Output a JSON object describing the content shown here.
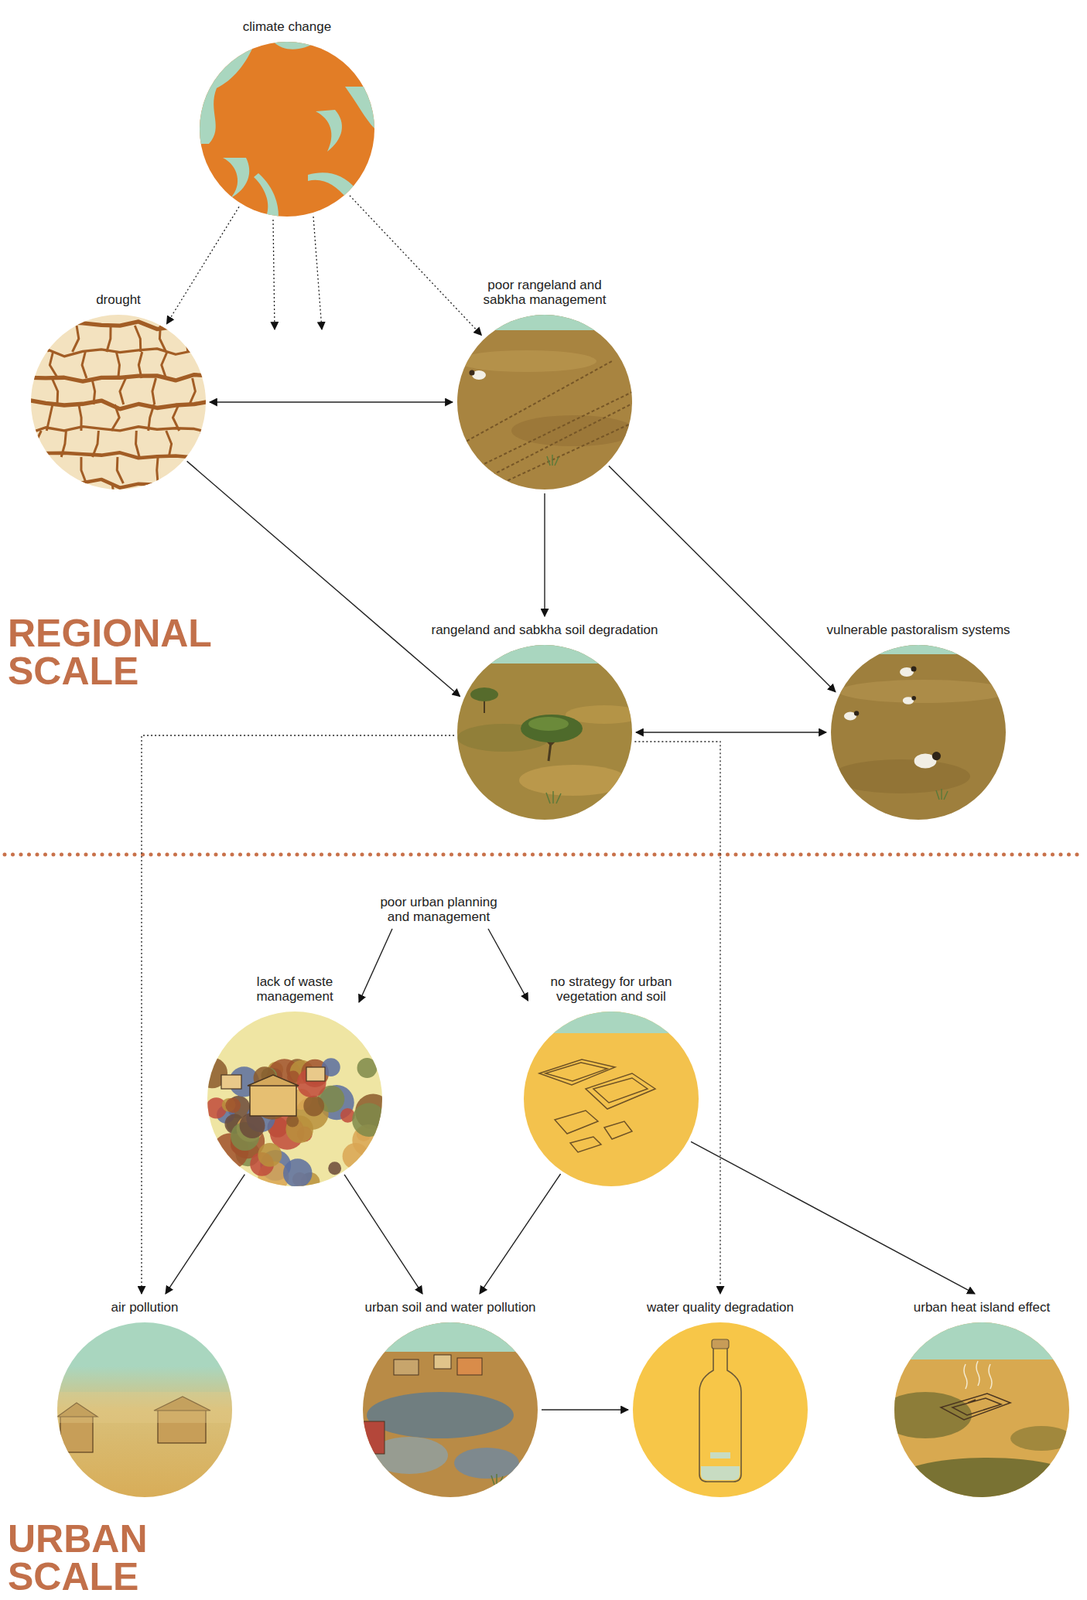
{
  "diagram": {
    "nodes": [
      {
        "text": [
          "climate change"
        ]
      },
      {
        "text": [
          "drought"
        ]
      },
      {
        "text": [
          "poor rangeland and sabkha management"
        ]
      },
      {
        "text": [
          "rangeland and sabkha soil degradation"
        ]
      },
      {
        "text": [
          "vulnerable pastoralism systems"
        ]
      },
      {
        "text": [
          "poor urban planning and management"
        ]
      },
      {
        "text": [
          "lack of waste management"
        ]
      },
      {
        "text": [
          "no strategy for urban vegetation and soil"
        ]
      },
      {
        "text": [
          "air pollution"
        ]
      },
      {
        "text": [
          "urban soil and water pollution"
        ]
      },
      {
        "text": [
          "water quality degradation"
        ]
      },
      {
        "text": [
          "urban heat island effect"
        ]
      }
    ],
    "edges": [
      {
        "from": 0,
        "to": 1,
        "arrow": "to"
      },
      {
        "from": 0,
        "to": 2,
        "arrow": "to"
      },
      {
        "from": 1,
        "to": 2,
        "arrow": "both"
      },
      {
        "from": 1,
        "to": 3,
        "arrow": "to"
      },
      {
        "from": 2,
        "to": 3,
        "arrow": "to"
      },
      {
        "from": 2,
        "to": 4,
        "arrow": "to"
      },
      {
        "from": 3,
        "to": 4,
        "arrow": "both"
      },
      {
        "from": 3,
        "to": 8,
        "arrow": "to"
      },
      {
        "from": 3,
        "to": 10,
        "arrow": "to"
      },
      {
        "from": 5,
        "to": 6,
        "arrow": "to"
      },
      {
        "from": 5,
        "to": 7,
        "arrow": "to"
      },
      {
        "from": 6,
        "to": 8,
        "arrow": "to"
      },
      {
        "from": 6,
        "to": 9,
        "arrow": "to"
      },
      {
        "from": 7,
        "to": 9,
        "arrow": "to"
      },
      {
        "from": 7,
        "to": 11,
        "arrow": "to"
      },
      {
        "from": 9,
        "to": 10,
        "arrow": "to"
      }
    ],
    "labels": [
      "REGIONAL SCALE",
      "URBAN SCALE"
    ]
  }
}
